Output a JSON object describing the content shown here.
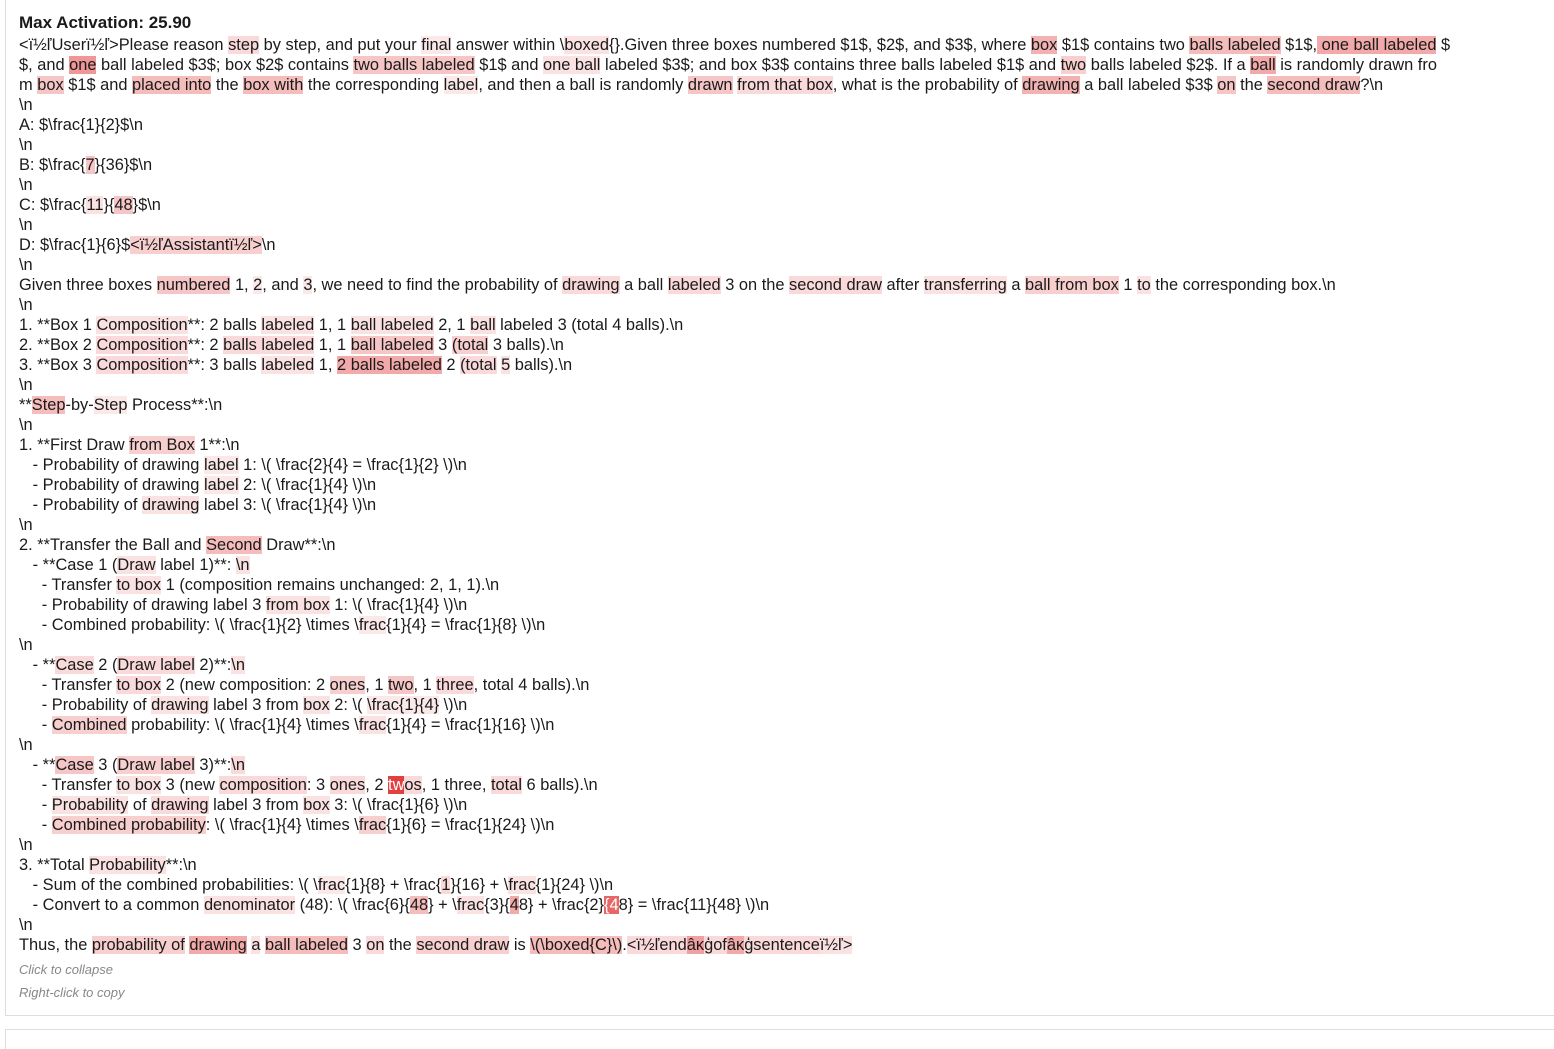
{
  "header": {
    "max_activation_label": "Max Activation: 25.90"
  },
  "tokens_raw": [
    [
      "<ï½ľUserï½ľ>Please reason ",
      0
    ],
    [
      "step",
      0.2
    ],
    [
      " by step, and put your ",
      0
    ],
    [
      "final",
      0.12
    ],
    [
      " answer within \\",
      0
    ],
    [
      "boxed",
      0.15
    ],
    [
      "{}.Given three boxes numbered $1$, $2$, and $3$, where ",
      0
    ],
    [
      "box",
      0.4
    ],
    [
      " $1$ contains two ",
      0
    ],
    [
      "balls labeled",
      0.35
    ],
    [
      " $1$,",
      0
    ],
    [
      " one ball labeled",
      0.45
    ],
    [
      " $\n$, and ",
      0
    ],
    [
      "one",
      0.55
    ],
    [
      " ball labeled $3$; box $2$ contains ",
      0
    ],
    [
      "two balls labeled",
      0.3
    ],
    [
      " $1$ and ",
      0
    ],
    [
      "one ball",
      0.15
    ],
    [
      " labeled $3$; and box $3$ contains three balls labeled $1$ and ",
      0
    ],
    [
      "two",
      0.25
    ],
    [
      " balls labeled $2$. If a ",
      0
    ],
    [
      "ball",
      0.45
    ],
    [
      " is randomly drawn fro\nm ",
      0
    ],
    [
      "box",
      0.3
    ],
    [
      " $1$ and ",
      0
    ],
    [
      "placed into",
      0.35
    ],
    [
      " the ",
      0
    ],
    [
      "box with",
      0.35
    ],
    [
      " the corresponding ",
      0
    ],
    [
      "label",
      0.12
    ],
    [
      ", and then a ball is randomly ",
      0
    ],
    [
      "drawn",
      0.3
    ],
    [
      " ",
      0
    ],
    [
      "from that box",
      0.2
    ],
    [
      ", what is the probability of ",
      0
    ],
    [
      "drawing",
      0.4
    ],
    [
      " a ball labeled $3$ ",
      0
    ],
    [
      "on",
      0.3
    ],
    [
      " the ",
      0
    ],
    [
      "second draw",
      0.35
    ],
    [
      "?\\n\n\\n\nA: $\\frac{1}{2}$\\n\n\\n\nB: $\\frac{",
      0
    ],
    [
      "7",
      0.3
    ],
    [
      "}{36}$\\n\n\\n\nC: $\\frac{",
      0
    ],
    [
      "11",
      0.15
    ],
    [
      "}{",
      0
    ],
    [
      "48",
      0.3
    ],
    [
      "}$\\n\n\\n\nD: $\\frac{1}{6}$",
      0
    ],
    [
      "<ï½ľAssistantï½ľ>",
      0.25
    ],
    [
      "\\n\n\\n\nGiven three boxes ",
      0
    ],
    [
      "numbered",
      0.3
    ],
    [
      " 1, ",
      0
    ],
    [
      "2",
      0.12
    ],
    [
      ", and ",
      0
    ],
    [
      "3",
      0.12
    ],
    [
      ", we need to find the probability of ",
      0
    ],
    [
      "drawing",
      0.2
    ],
    [
      " a ball ",
      0
    ],
    [
      "labeled",
      0.2
    ],
    [
      " 3 on the ",
      0
    ],
    [
      "second draw",
      0.2
    ],
    [
      " after ",
      0
    ],
    [
      "transferring",
      0.15
    ],
    [
      " a ",
      0
    ],
    [
      "ball from box",
      0.25
    ],
    [
      " 1 ",
      0
    ],
    [
      "to",
      0.15
    ],
    [
      " the corresponding box.\\n\n\\n\n1. **Box 1 ",
      0
    ],
    [
      "Composition",
      0.15
    ],
    [
      "**: 2 balls ",
      0
    ],
    [
      "labeled",
      0.15
    ],
    [
      " 1, 1 ",
      0
    ],
    [
      "ball labeled",
      0.15
    ],
    [
      " 2, 1 ",
      0
    ],
    [
      "ball",
      0.15
    ],
    [
      " labeled 3 (total 4 balls).\\n\n2. **Box 2 ",
      0
    ],
    [
      "Composition",
      0.2
    ],
    [
      "**: 2 ",
      0
    ],
    [
      "balls labeled",
      0.2
    ],
    [
      " 1, 1 ",
      0
    ],
    [
      "ball labeled",
      0.3
    ],
    [
      " 3 ",
      0
    ],
    [
      "(total",
      0.25
    ],
    [
      " 3 balls).\\n\n3. **Box 3 ",
      0
    ],
    [
      "Composition",
      0.2
    ],
    [
      "**: 3 balls ",
      0
    ],
    [
      "labeled",
      0.15
    ],
    [
      " 1, ",
      0
    ],
    [
      "2 balls labeled",
      0.45
    ],
    [
      " 2 ",
      0
    ],
    [
      "(total",
      0.2
    ],
    [
      " ",
      0
    ],
    [
      "5",
      0.15
    ],
    [
      " balls).\\n\n\\n\n**",
      0
    ],
    [
      "Step",
      0.35
    ],
    [
      "-by-",
      0
    ],
    [
      "Step",
      0.12
    ],
    [
      " Process**:\\n\n\\n\n1. **First Draw ",
      0
    ],
    [
      "from Box",
      0.25
    ],
    [
      " 1**:\\n\n   - Probability of drawing ",
      0
    ],
    [
      "label",
      0.12
    ],
    [
      " 1: \\( \\frac{2}{4} = \\frac{1}{2} \\)\\n\n   - Probability of drawing ",
      0
    ],
    [
      "label",
      0.12
    ],
    [
      " 2: \\( \\frac{1}{4} \\)\\n\n   - Probability of ",
      0
    ],
    [
      "drawing",
      0.15
    ],
    [
      " label 3: \\( \\frac{1}{4} \\)\\n\n\\n\n2. **Transfer the Ball and ",
      0
    ],
    [
      "Second",
      0.35
    ],
    [
      " Draw**:\\n\n   - **Case 1 (",
      0
    ],
    [
      "Draw",
      0.15
    ],
    [
      " label 1)**: ",
      0
    ],
    [
      "\\n",
      0.15
    ],
    [
      "\n     - Transfer ",
      0
    ],
    [
      "to box",
      0.15
    ],
    [
      " 1 (composition remains unchanged: 2, 1, 1).\\n\n     - Probability of drawing label 3 ",
      0
    ],
    [
      "from box",
      0.15
    ],
    [
      " 1: \\( \\frac{1}{4} \\)\\n\n     - Combined probability: \\( \\frac{1}{2} \\times \\",
      0
    ],
    [
      "frac",
      0.12
    ],
    [
      "{1}{4} = \\frac{1}{8} \\)\\n\n\\n\n   - **",
      0
    ],
    [
      "Case",
      0.2
    ],
    [
      " 2 (",
      0
    ],
    [
      "Draw label",
      0.2
    ],
    [
      " 2)**:",
      0
    ],
    [
      "\\n",
      0.15
    ],
    [
      "\n     - Transfer ",
      0
    ],
    [
      "to box",
      0.2
    ],
    [
      " 2 (new composition: 2 ",
      0
    ],
    [
      "ones",
      0.25
    ],
    [
      ", 1 ",
      0
    ],
    [
      "two",
      0.3
    ],
    [
      ", 1 ",
      0
    ],
    [
      "three",
      0.2
    ],
    [
      ", total 4 balls).\\n\n     - Probability of ",
      0
    ],
    [
      "drawing",
      0.15
    ],
    [
      " label 3 from ",
      0
    ],
    [
      "box",
      0.15
    ],
    [
      " 2: \\( ",
      0
    ],
    [
      "\\frac{1}{4}",
      0.12
    ],
    [
      " \\)\\n\n     - ",
      0
    ],
    [
      "Combined",
      0.25
    ],
    [
      " probability: \\( \\frac{1}{4} \\times \\",
      0
    ],
    [
      "frac",
      0.15
    ],
    [
      "{1}{4} = \\frac{1}{16} \\)\\n\n\\n\n   - **",
      0
    ],
    [
      "Case",
      0.3
    ],
    [
      " 3 (",
      0
    ],
    [
      "Draw label",
      0.25
    ],
    [
      " 3)**:",
      0
    ],
    [
      "\\n",
      0.2
    ],
    [
      "\n     - Transfer ",
      0
    ],
    [
      "to box",
      0.15
    ],
    [
      " 3 (new ",
      0
    ],
    [
      "composition",
      0.2
    ],
    [
      ": 3 ",
      0
    ],
    [
      "ones",
      0.2
    ],
    [
      ", 2 ",
      0
    ],
    [
      "tw",
      1.0
    ],
    [
      "os",
      0.2
    ],
    [
      ", 1 three, ",
      0
    ],
    [
      "total",
      0.2
    ],
    [
      " 6 balls).\\n\n     - ",
      0
    ],
    [
      "Probability",
      0.15
    ],
    [
      " of ",
      0
    ],
    [
      "drawing",
      0.2
    ],
    [
      " label 3 from ",
      0
    ],
    [
      "box",
      0.15
    ],
    [
      " 3: \\( \\frac{1}{6} \\)\\n\n     - ",
      0
    ],
    [
      "Combined probability",
      0.25
    ],
    [
      ": \\( \\frac{1}{4} \\times \\",
      0
    ],
    [
      "frac",
      0.25
    ],
    [
      "{1}{6} = \\frac{1}{24} \\)\\n\n\\n\n3. **Total ",
      0
    ],
    [
      "Probability",
      0.15
    ],
    [
      "**:\\n\n   - Sum of the combined probabilities: \\( \\",
      0
    ],
    [
      "frac",
      0.12
    ],
    [
      "{1}{8} + \\frac{",
      0
    ],
    [
      "1",
      0.2
    ],
    [
      "}{16} + \\",
      0
    ],
    [
      "frac",
      0.15
    ],
    [
      "{1}{24} \\)\\n\n   - Convert to a common ",
      0
    ],
    [
      "denominator",
      0.15
    ],
    [
      " (48): \\( \\frac{6}{",
      0
    ],
    [
      "48",
      0.35
    ],
    [
      "} + \\",
      0
    ],
    [
      "frac",
      0.15
    ],
    [
      "{3}{",
      0
    ],
    [
      "4",
      0.45
    ],
    [
      "8} + \\frac{2}",
      0
    ],
    [
      "{4",
      0.8
    ],
    [
      "8} = \\frac{11}{48} \\)\\n\n\\n\nThus, the ",
      0
    ],
    [
      "probability of",
      0.25
    ],
    [
      " ",
      0
    ],
    [
      "drawing",
      0.45
    ],
    [
      " ",
      0
    ],
    [
      "a",
      0.15
    ],
    [
      " ",
      0
    ],
    [
      "ball labeled",
      0.35
    ],
    [
      " 3 ",
      0
    ],
    [
      "on",
      0.2
    ],
    [
      " the ",
      0
    ],
    [
      "second draw",
      0.25
    ],
    [
      " is ",
      0
    ],
    [
      "\\(\\boxed{C}\\)",
      0.35
    ],
    [
      ".",
      0
    ],
    [
      "<ï½ľend",
      0.2
    ],
    [
      "âĸ",
      0.5
    ],
    [
      "ģof",
      0.2
    ],
    [
      "âĸ",
      0.45
    ],
    [
      "ģsentence",
      0.2
    ],
    [
      "ï½ľ>",
      0.15
    ]
  ],
  "footer": {
    "collapse_label": "Click to collapse",
    "copy_label": "Right-click to copy"
  },
  "colors": {
    "highlight": "#dc1e1e",
    "background": "#ffffff"
  }
}
